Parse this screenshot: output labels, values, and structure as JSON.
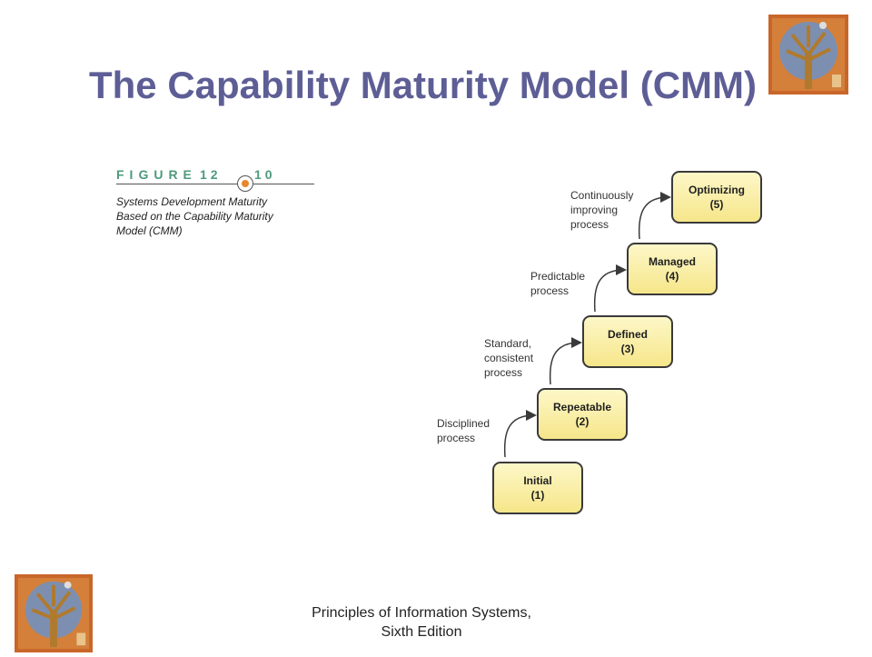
{
  "slide": {
    "title": "The Capability Maturity Model (CMM)"
  },
  "figure": {
    "label": "FIGURE",
    "number_left": "12",
    "number_right": "10",
    "caption_lines": [
      "Systems Development Maturity",
      "Based on the Capability Maturity",
      "Model (CMM)"
    ]
  },
  "stages": [
    {
      "name": "Initial",
      "level": "(1)"
    },
    {
      "name": "Repeatable",
      "level": "(2)"
    },
    {
      "name": "Defined",
      "level": "(3)"
    },
    {
      "name": "Managed",
      "level": "(4)"
    },
    {
      "name": "Optimizing",
      "level": "(5)"
    }
  ],
  "transitions": [
    {
      "lines": [
        "Disciplined",
        "process"
      ]
    },
    {
      "lines": [
        "Standard,",
        "consistent",
        "process"
      ]
    },
    {
      "lines": [
        "Predictable",
        "process"
      ]
    },
    {
      "lines": [
        "Continuously",
        "improving",
        "process"
      ]
    }
  ],
  "footer": {
    "line1": "Principles of Information Systems,",
    "line2": "Sixth Edition"
  },
  "colors": {
    "title": "#5e5e96",
    "figure_label": "#4d9a7c",
    "stage_fill": "#f6e68a",
    "figure_dot": "#e8862b"
  },
  "icons": {
    "logo": "tree-logo-icon"
  }
}
